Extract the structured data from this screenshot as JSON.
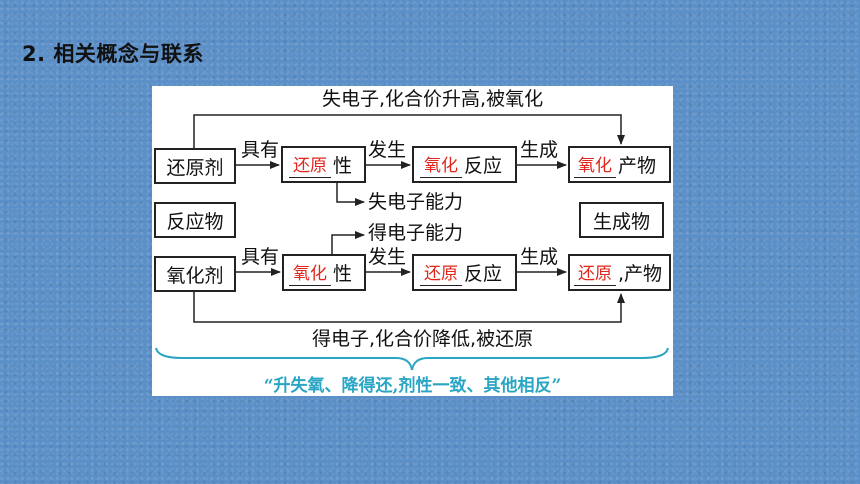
{
  "heading": "2. 相关概念与联系",
  "diagram": {
    "top_label": "失电子,化合价升高,被氧化",
    "bottom_label": "得电子,化合价降低,被还原",
    "left_column": [
      "还原剂",
      "反应物",
      "氧化剂"
    ],
    "right_column": {
      "top_blank": "氧化",
      "top_suffix": "产物",
      "middle": "生成物",
      "bottom_blank": "还原",
      "bottom_suffix": ",产物"
    },
    "row1": {
      "verb1": "具有",
      "property_blank": "还原",
      "property_suffix": "性",
      "verb2": "发生",
      "reaction_blank": "氧化",
      "reaction_suffix": "反应",
      "verb3": "生成",
      "branch": "失电子能力"
    },
    "row2": {
      "verb1": "具有",
      "property_blank": "氧化",
      "property_suffix": "性",
      "verb2": "发生",
      "reaction_blank": "还原",
      "reaction_suffix": "反应",
      "verb3": "生成",
      "branch": "得电子能力"
    },
    "summary": "“升失氧、降得还,剂性一致、其他相反”",
    "colors": {
      "answer": "#e1261c",
      "summary": "#2aa6c4",
      "background": "#5b8fc7"
    }
  }
}
